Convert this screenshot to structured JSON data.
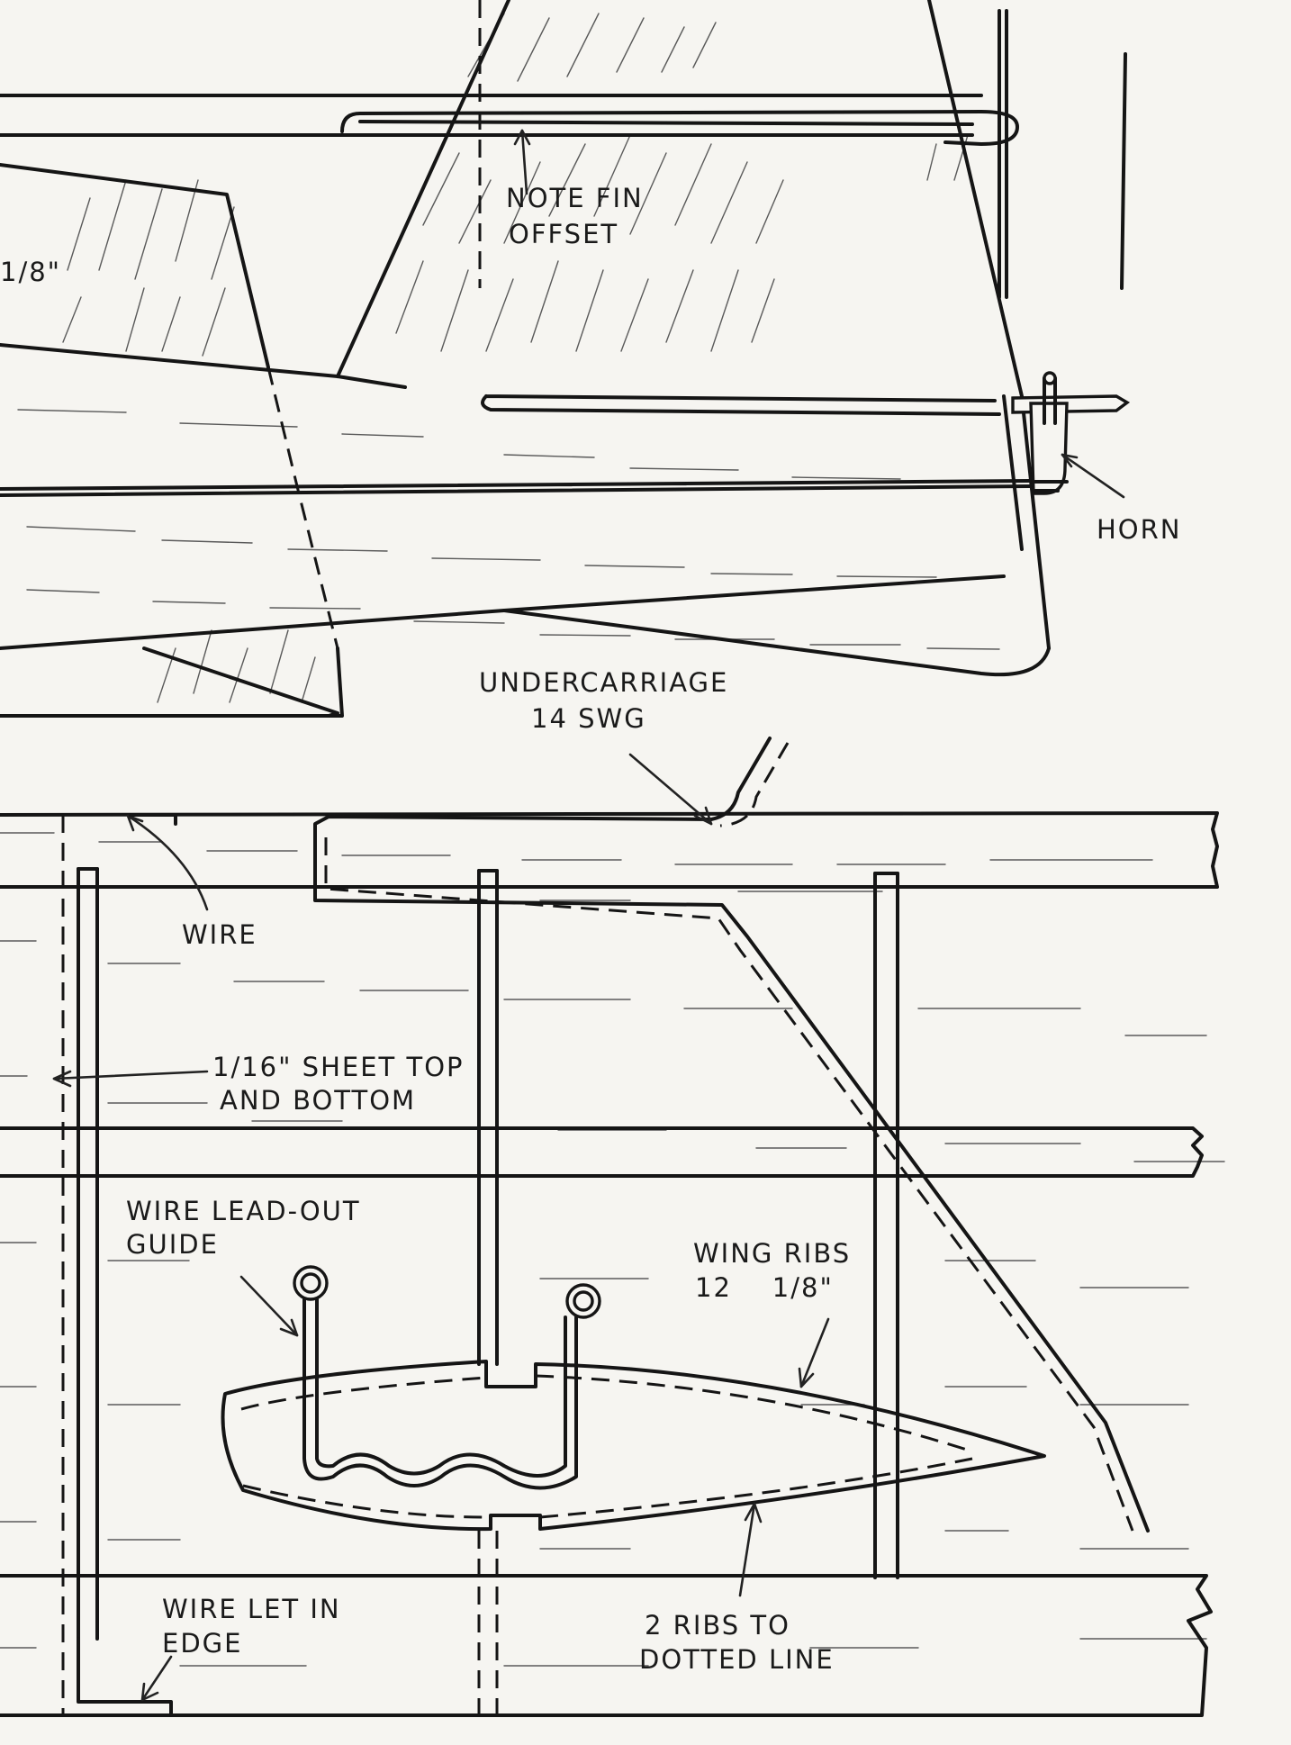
{
  "labels": {
    "note_fin_line1": "NOTE FIN",
    "note_fin_line2": "OFFSET",
    "tailplane_thickness": "1/8\"",
    "horn": "HORN",
    "undercarriage_line1": "UNDERCARRIAGE",
    "undercarriage_line2": "14 SWG",
    "wire": "WIRE",
    "sheet_line1": "1/16\" SHEET TOP",
    "sheet_line2": "AND BOTTOM",
    "leadout_line1": "WIRE LEAD-OUT",
    "leadout_line2": "GUIDE",
    "ribs_line1": "WING RIBS",
    "ribs_line2": "12    1/8\"",
    "let_in_line1": "WIRE LET IN",
    "let_in_line2": "EDGE",
    "two_ribs_line1": "2 RIBS TO",
    "two_ribs_line2": "DOTTED LINE"
  },
  "colors": {
    "paper": "#f6f5f1",
    "ink": "#151515"
  }
}
